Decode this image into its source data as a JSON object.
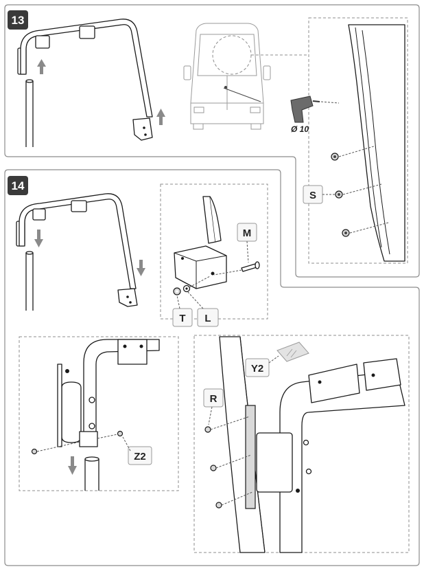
{
  "steps": {
    "step13": {
      "number": "13"
    },
    "step14": {
      "number": "14"
    }
  },
  "labels": {
    "S": "S",
    "M": "M",
    "T": "T",
    "L": "L",
    "R": "R",
    "Y2": "Y2",
    "Z2": "Z2"
  },
  "drill": {
    "diameter_label": "Ø 10",
    "icon": "drill-icon"
  },
  "colors": {
    "badge": "#3a3a3a",
    "arrow": "#8a8a8a",
    "frame": "#8c8c8c"
  }
}
